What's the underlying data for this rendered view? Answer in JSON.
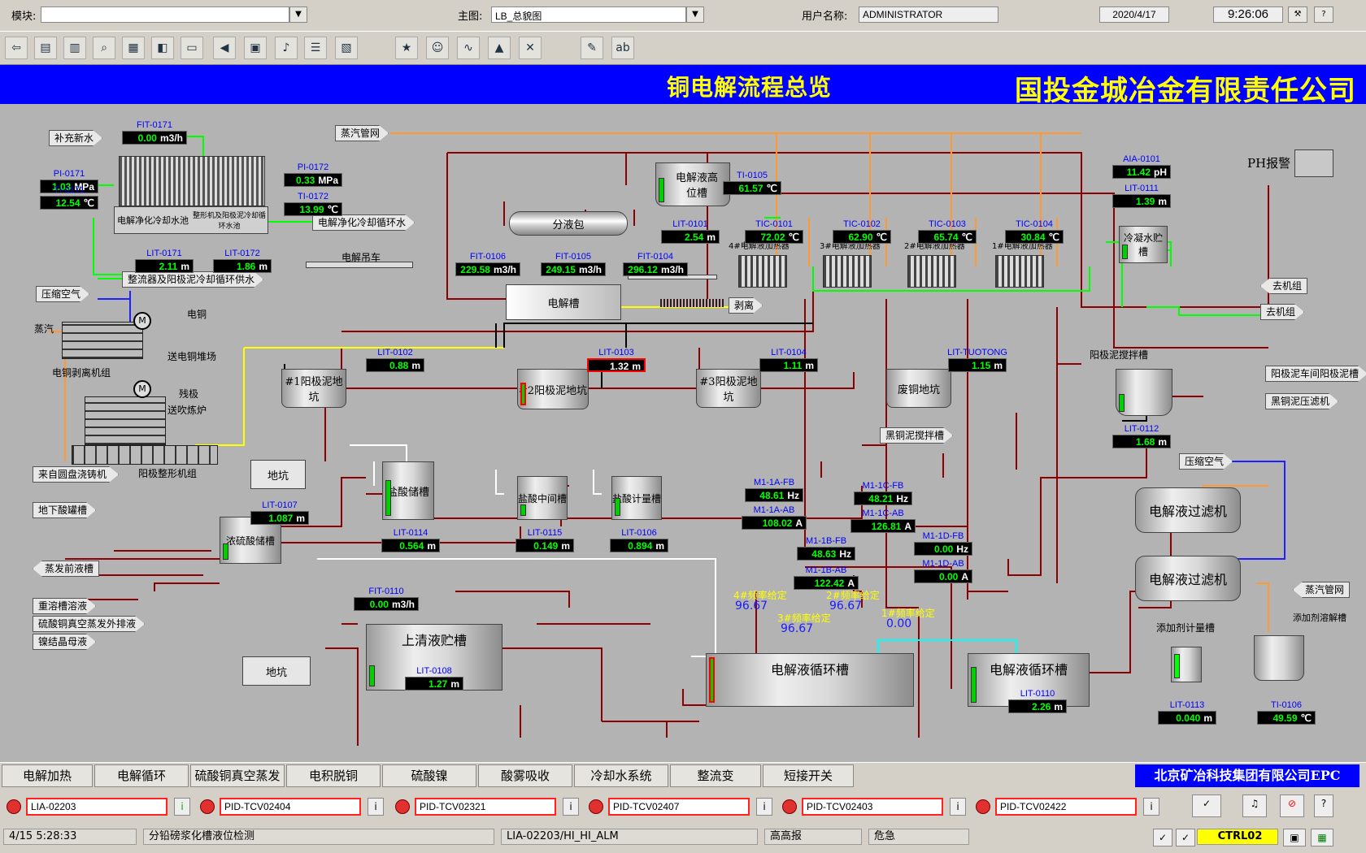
{
  "top": {
    "module_label": "模块:",
    "main_label": "主图:",
    "main_value": "LB_总貌图",
    "user_label": "用户名称:",
    "user_value": "ADMINISTRATOR",
    "date": "2020/4/17",
    "time": "9:26:06",
    "help": "?"
  },
  "banner": {
    "title": "铜电解流程总览",
    "company": "国投金城冶金有限责任公司"
  },
  "labels": {
    "bucheng": "补充新水",
    "zhengqi_top": "蒸汽管网",
    "zhengqi_right": "蒸汽管网",
    "cooling_pool": "电解净化冷却水池",
    "cooling_pool2": "整形机及阳极泥冷却循环水池",
    "cooling_supply": "电解净化冷却循环水",
    "rectifier_supply": "整流器及阳极泥冷却循环供水",
    "crane": "电解吊车",
    "ph_alarm": "PH报警",
    "yasuo1": "压缩空气",
    "yasuo2": "压缩空气",
    "zhengqi": "蒸汽",
    "diantong": "电铜",
    "song_dt": "送电铜堆场",
    "stripping": "电铜剥离机组",
    "canji": "残极",
    "song_cj": "送吹炼炉",
    "from_casting": "来自圆盘浇铸机",
    "anode_shaping": "阳极整形机组",
    "dixia": "地下酸罐槽",
    "zhengfa": "蒸发前液槽",
    "chongrong": "重溶槽溶液",
    "liusuan_vac": "硫酸铜真空蒸发外排液",
    "jiejing": "镍结晶母液",
    "dikeng1": "地坑",
    "dikeng2": "地坑",
    "shangqing": "上清液贮槽",
    "hcl_store": "盐酸储槽",
    "hcl_mid": "盐酸中间槽",
    "hcl_meter": "盐酸计量槽",
    "conc_acid": "浓硫酸储槽",
    "fenye": "分液包",
    "highlevel": "电解液高位槽",
    "cell": "电解槽",
    "boli": "剥离",
    "slurry1": "#1阳极泥地坑",
    "slurry2": "#2阳极泥地坑",
    "slurry3": "#3阳极泥地坑",
    "waste": "废铜地坑",
    "blackcu_mix": "黑铜泥搅拌槽",
    "anode_mix": "阳极泥搅拌槽",
    "to_anode_press": "阳极泥车间阳极泥槽",
    "to_black_press": "黑铜泥压滤机",
    "filter1": "电解液过滤机",
    "filter2": "电解液过滤机",
    "cond_tank": "冷凝水贮槽",
    "to_unit1": "去机组",
    "to_unit2": "去机组",
    "additive_meter": "添加剂计量槽",
    "additive_dissolve": "添加剂溶解槽",
    "circ1": "电解液循环槽",
    "circ2": "电解液循环槽",
    "heater4": "4#电解液加热器",
    "heater3": "3#电解液加热器",
    "heater2": "2#电解液加热器",
    "heater1": "1#电解液加热器",
    "freq4": "4#频率给定",
    "freq3": "3#频率给定",
    "freq2": "2#频率给定",
    "freq1": "1#频率给定",
    "freq4_v": "96.67",
    "freq3_v": "96.67",
    "freq2_v": "96.67",
    "freq1_v": "0.00"
  },
  "instruments": [
    {
      "tag": "FIT-0171",
      "value": "0.00",
      "unit": "m3/h"
    },
    {
      "tag": "PI-0171",
      "value": "1.03",
      "unit": "MPa"
    },
    {
      "tag": "TI-0171",
      "value": "12.54",
      "unit": "℃"
    },
    {
      "tag": "PI-0172",
      "value": "0.33",
      "unit": "MPa"
    },
    {
      "tag": "TI-0172",
      "value": "13.99",
      "unit": "℃"
    },
    {
      "tag": "LIT-0171",
      "value": "2.11",
      "unit": "m"
    },
    {
      "tag": "LIT-0172",
      "value": "1.86",
      "unit": "m"
    },
    {
      "tag": "TI-0105",
      "value": "61.57",
      "unit": "℃"
    },
    {
      "tag": "LIT-0101",
      "value": "2.54",
      "unit": "m"
    },
    {
      "tag": "FIT-0106",
      "value": "229.58",
      "unit": "m3/h"
    },
    {
      "tag": "FIT-0105",
      "value": "249.15",
      "unit": "m3/h"
    },
    {
      "tag": "FIT-0104",
      "value": "296.12",
      "unit": "m3/h"
    },
    {
      "tag": "TIC-0101",
      "value": "72.02",
      "unit": "℃"
    },
    {
      "tag": "TIC-0102",
      "value": "62.90",
      "unit": "℃"
    },
    {
      "tag": "TIC-0103",
      "value": "65.74",
      "unit": "℃"
    },
    {
      "tag": "TIC-0104",
      "value": "30.84",
      "unit": "℃"
    },
    {
      "tag": "AIA-0101",
      "value": "11.42",
      "unit": "pH"
    },
    {
      "tag": "LIT-0111",
      "value": "1.39",
      "unit": "m"
    },
    {
      "tag": "LIT-0102",
      "value": "0.88",
      "unit": "m"
    },
    {
      "tag": "LIT-0103",
      "value": "1.32",
      "unit": "m"
    },
    {
      "tag": "LIT-0104",
      "value": "1.11",
      "unit": "m"
    },
    {
      "tag": "LIT-TUOTONG",
      "value": "1.15",
      "unit": "m"
    },
    {
      "tag": "LIT-0112",
      "value": "1.68",
      "unit": "m"
    },
    {
      "tag": "LIT-0107",
      "value": "1.087",
      "unit": "m"
    },
    {
      "tag": "LIT-0114",
      "value": "0.564",
      "unit": "m"
    },
    {
      "tag": "LIT-0115",
      "value": "0.149",
      "unit": "m"
    },
    {
      "tag": "LIT-0106",
      "value": "0.894",
      "unit": "m"
    },
    {
      "tag": "FIT-0110",
      "value": "0.00",
      "unit": "m3/h"
    },
    {
      "tag": "LIT-0108",
      "value": "1.27",
      "unit": "m"
    },
    {
      "tag": "M1-1A-FB",
      "value": "48.61",
      "unit": "Hz"
    },
    {
      "tag": "M1-1A-AB",
      "value": "108.02",
      "unit": "A"
    },
    {
      "tag": "M1-1C-FB",
      "value": "48.21",
      "unit": "Hz"
    },
    {
      "tag": "M1-1C-AB",
      "value": "126.81",
      "unit": "A"
    },
    {
      "tag": "M1-1B-FB",
      "value": "48.63",
      "unit": "Hz"
    },
    {
      "tag": "M1-1B-AB",
      "value": "122.42",
      "unit": "A"
    },
    {
      "tag": "M1-1D-FB",
      "value": "0.00",
      "unit": "Hz"
    },
    {
      "tag": "M1-1D-AB",
      "value": "0.00",
      "unit": "A"
    },
    {
      "tag": "LIT-0110",
      "value": "2.26",
      "unit": "m"
    },
    {
      "tag": "LIT-0113",
      "value": "0.040",
      "unit": "m"
    },
    {
      "tag": "TI-0106",
      "value": "49.59",
      "unit": "℃"
    }
  ],
  "nav": [
    "电解加热",
    "电解循环",
    "硫酸铜真空蒸发",
    "电积脱铜",
    "硫酸镍",
    "酸雾吸收",
    "冷却水系统",
    "整流变",
    "短接开关"
  ],
  "nav_company": "北京矿冶科技集团有限公司EPC",
  "alarms": [
    "LIA-02203",
    "PID-TCV02404",
    "PID-TCV02321",
    "PID-TCV02407",
    "PID-TCV02403",
    "PID-TCV02422"
  ],
  "alarm_i": "i",
  "status": {
    "time": "4/15 5:28:33",
    "desc": "分铅磅浆化槽液位检测",
    "point": "LIA-02203/HI_HI_ALM",
    "level": "高高报",
    "severity": "危急",
    "node": "CTRL02"
  },
  "colors": {
    "banner": "#0000ff",
    "banner_text": "#ffff00",
    "diagram_bg": "#b3b3b3",
    "pipe_red": "#8b0000",
    "pipe_green": "#00ff00",
    "pipe_yellow": "#ffff00",
    "pipe_orange": "#ff9933",
    "pipe_blue": "#2020ff",
    "pipe_cyan": "#00ffff"
  }
}
